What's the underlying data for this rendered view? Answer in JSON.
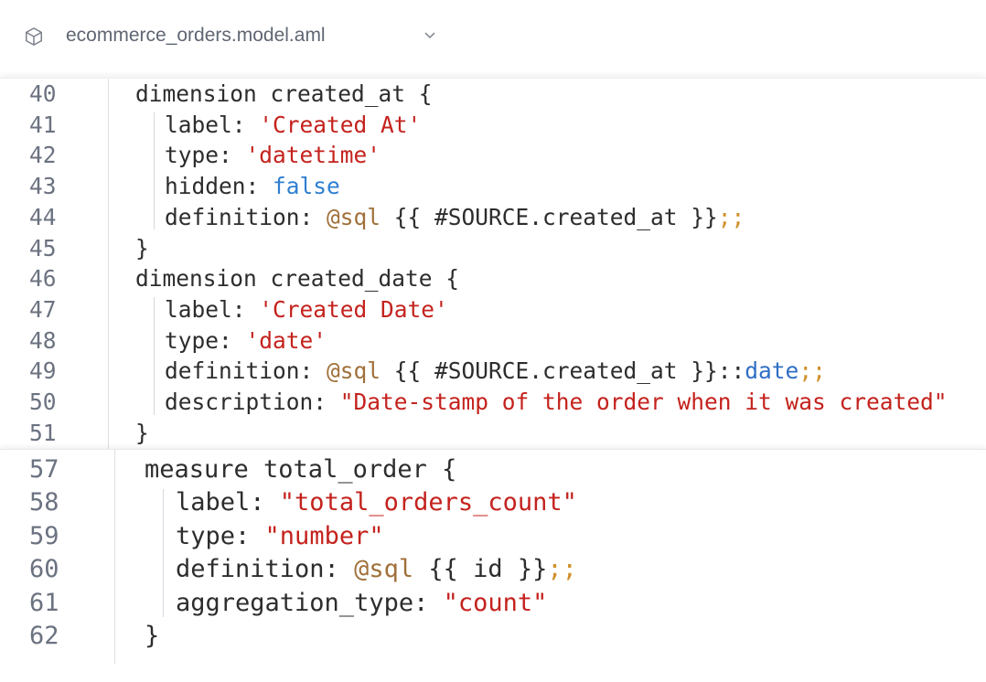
{
  "header": {
    "file_name": "ecommerce_orders.model.aml",
    "icon": "cube-icon",
    "dropdown_icon": "chevron-down-icon"
  },
  "panels": [
    {
      "lines": [
        {
          "num": "40",
          "indent": 0,
          "tokens": [
            [
              "dimension created_at {",
              "plain"
            ]
          ]
        },
        {
          "num": "41",
          "indent": 1,
          "tokens": [
            [
              "label: ",
              "plain"
            ],
            [
              "'Created At'",
              "str"
            ]
          ]
        },
        {
          "num": "42",
          "indent": 1,
          "tokens": [
            [
              "type: ",
              "plain"
            ],
            [
              "'datetime'",
              "str"
            ]
          ]
        },
        {
          "num": "43",
          "indent": 1,
          "tokens": [
            [
              "hidden: ",
              "plain"
            ],
            [
              "false",
              "bool"
            ]
          ]
        },
        {
          "num": "44",
          "indent": 1,
          "tokens": [
            [
              "definition: ",
              "plain"
            ],
            [
              "@sql",
              "at"
            ],
            [
              " {{ #SOURCE.created_at }}",
              "plain"
            ],
            [
              ";;",
              "semi"
            ]
          ]
        },
        {
          "num": "45",
          "indent": 0,
          "tokens": [
            [
              "}",
              "plain"
            ]
          ]
        },
        {
          "num": "46",
          "indent": 0,
          "tokens": [
            [
              "dimension created_date {",
              "plain"
            ]
          ]
        },
        {
          "num": "47",
          "indent": 1,
          "tokens": [
            [
              "label: ",
              "plain"
            ],
            [
              "'Created Date'",
              "str"
            ]
          ]
        },
        {
          "num": "48",
          "indent": 1,
          "tokens": [
            [
              "type: ",
              "plain"
            ],
            [
              "'date'",
              "str"
            ]
          ]
        },
        {
          "num": "49",
          "indent": 1,
          "tokens": [
            [
              "definition: ",
              "plain"
            ],
            [
              "@sql",
              "at"
            ],
            [
              " {{ #SOURCE.created_at }}::",
              "plain"
            ],
            [
              "date",
              "type"
            ],
            [
              ";;",
              "semi"
            ]
          ]
        },
        {
          "num": "50",
          "indent": 1,
          "tokens": [
            [
              "description: ",
              "plain"
            ],
            [
              "\"Date-stamp of the order when it was created\"",
              "str"
            ]
          ]
        },
        {
          "num": "51",
          "indent": 0,
          "tokens": [
            [
              "}",
              "plain"
            ]
          ]
        }
      ]
    },
    {
      "lines": [
        {
          "num": "57",
          "indent": 0,
          "tokens": [
            [
              "measure total_order {",
              "plain"
            ]
          ]
        },
        {
          "num": "58",
          "indent": 1,
          "tokens": [
            [
              "label: ",
              "plain"
            ],
            [
              "\"total_orders_count\"",
              "str"
            ]
          ]
        },
        {
          "num": "59",
          "indent": 1,
          "tokens": [
            [
              "type: ",
              "plain"
            ],
            [
              "\"number\"",
              "str"
            ]
          ]
        },
        {
          "num": "60",
          "indent": 1,
          "tokens": [
            [
              "definition: ",
              "plain"
            ],
            [
              "@sql",
              "at"
            ],
            [
              " {{ id }}",
              "plain"
            ],
            [
              ";;",
              "semi"
            ]
          ]
        },
        {
          "num": "61",
          "indent": 1,
          "tokens": [
            [
              "aggregation_type: ",
              "plain"
            ],
            [
              "\"count\"",
              "str"
            ]
          ]
        },
        {
          "num": "62",
          "indent": 0,
          "tokens": [
            [
              "}",
              "plain"
            ]
          ]
        }
      ]
    }
  ]
}
